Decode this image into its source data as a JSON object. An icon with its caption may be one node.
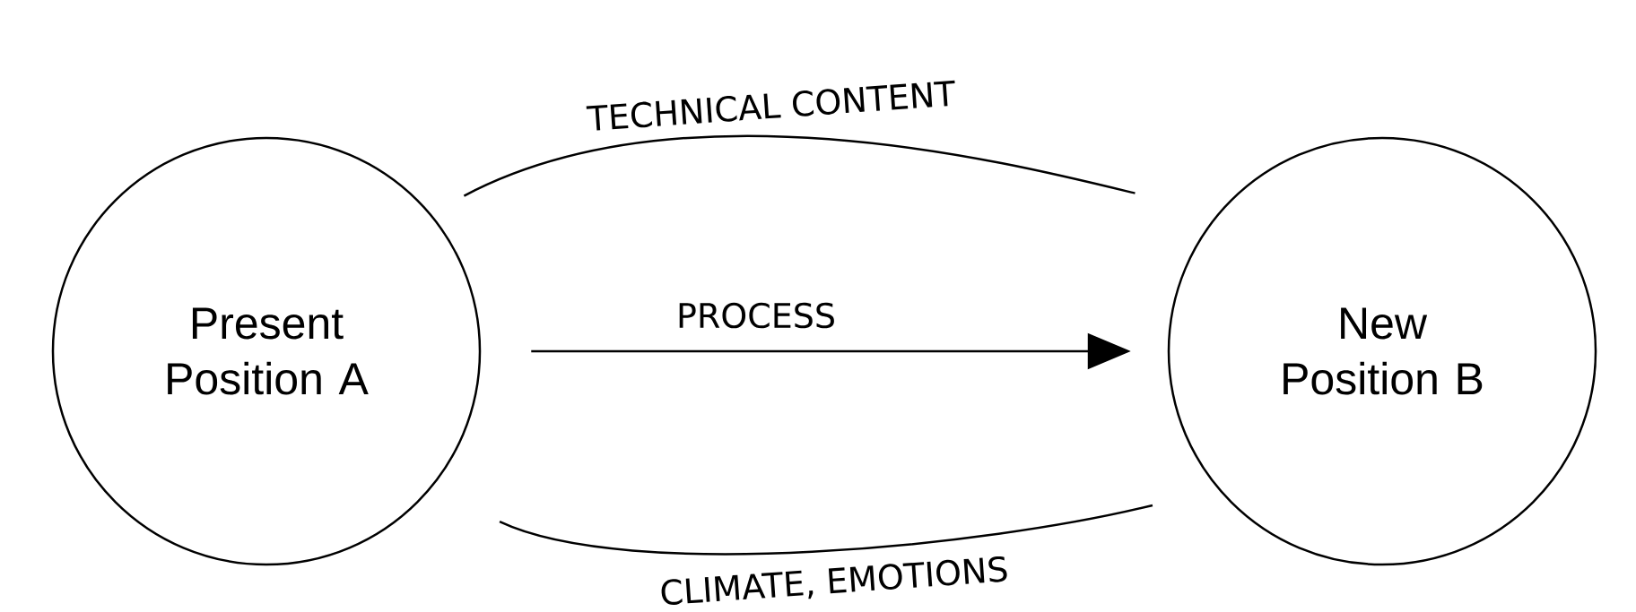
{
  "diagram": {
    "nodes": [
      {
        "text": [
          "Present Position A"
        ]
      },
      {
        "text": [
          "New Position B"
        ]
      }
    ],
    "edges": [
      {
        "from": 0,
        "to": 1,
        "arrow": "none",
        "label": "TECHNICAL CONTENT"
      },
      {
        "from": 0,
        "to": 1,
        "arrow": "to",
        "label": "PROCESS"
      },
      {
        "from": 0,
        "to": 1,
        "arrow": "none",
        "label": "CLIMATE, EMOTIONS"
      }
    ]
  }
}
